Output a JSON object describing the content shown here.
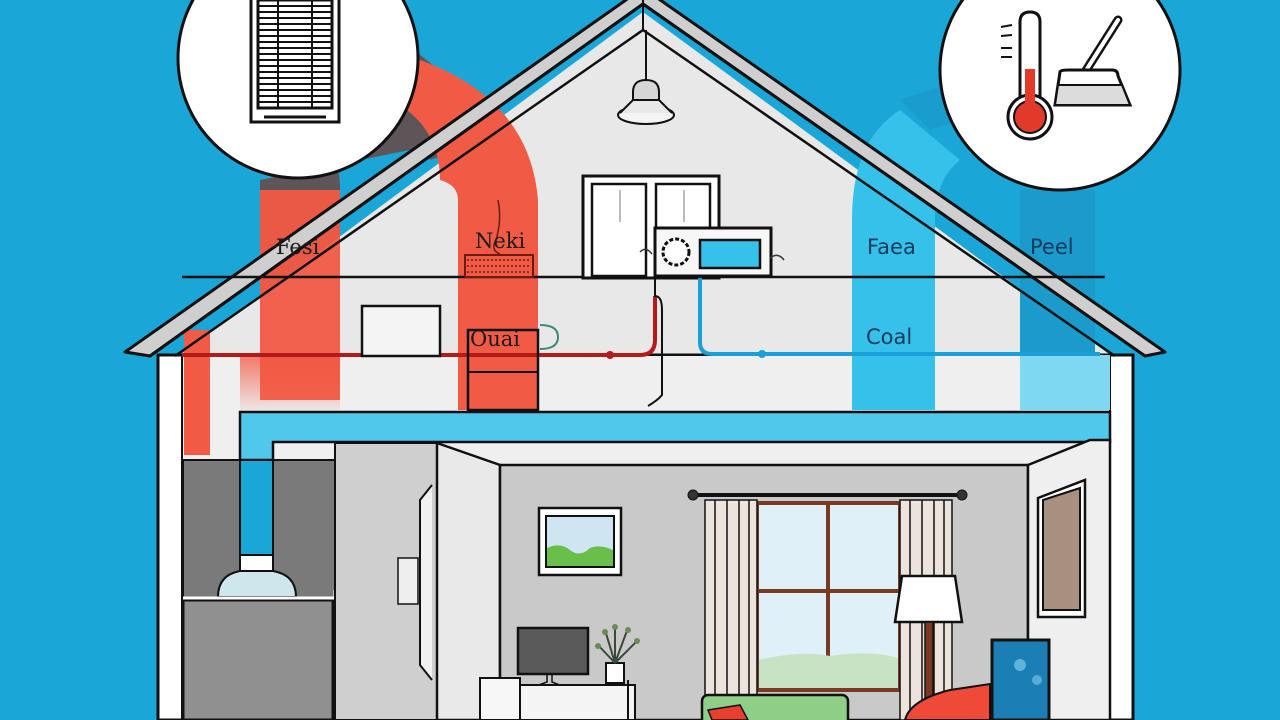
{
  "diagram": {
    "title": "House heating and cooling airflow illustration",
    "colors": {
      "background": "#1ba6d8",
      "heat": "#f15a45",
      "cool": "#35c1ea",
      "return_duct": "#5e5558",
      "wall": "#e8e8e8",
      "roof_trim": "#cfcfcf",
      "outline": "#111111"
    },
    "labels": {
      "heat_left": "Fesi",
      "heat_right": "Neki",
      "heat_lower": "Ouai",
      "cool_left": "Faea",
      "cool_right": "Peel",
      "cool_lower": "Coal"
    },
    "icons": {
      "top_left_badge": "air-filter-vent-icon",
      "top_right_badge": "thermometer-and-brush-icon",
      "ceiling": "pendant-lamp-icon",
      "thermostat": "thermostat-unit-icon",
      "furnace": "furnace-unit-icon"
    },
    "rooms": {
      "attic": [
        "pendant lamp",
        "attic window",
        "thermostat control panel",
        "wicker basket"
      ],
      "living_room": [
        "framed landscape picture",
        "desk with monitor",
        "potted plant",
        "curtained window",
        "floor lamp",
        "green sofa",
        "red armchair",
        "tv",
        "wall art"
      ],
      "utility": [
        "furnace",
        "cool air duct"
      ]
    }
  }
}
